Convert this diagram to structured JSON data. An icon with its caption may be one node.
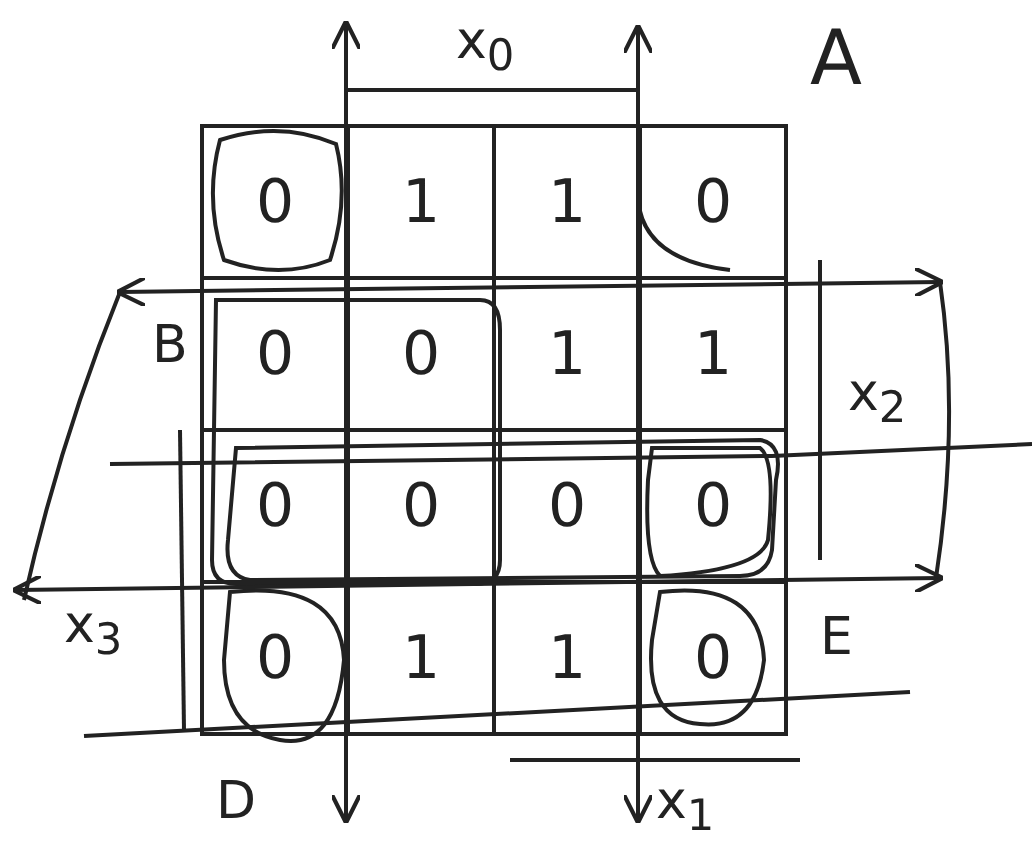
{
  "diagram": {
    "labels": [
      "x$_{0}$",
      "A",
      "0",
      "1",
      "1",
      "0",
      "B",
      "0",
      "0",
      "1",
      "1",
      "x$_{2}$",
      "0",
      "0",
      "0",
      "0",
      "x$_{3}$",
      "0",
      "1",
      "1",
      "0",
      "E",
      "D",
      "x$_{1}$"
    ]
  }
}
